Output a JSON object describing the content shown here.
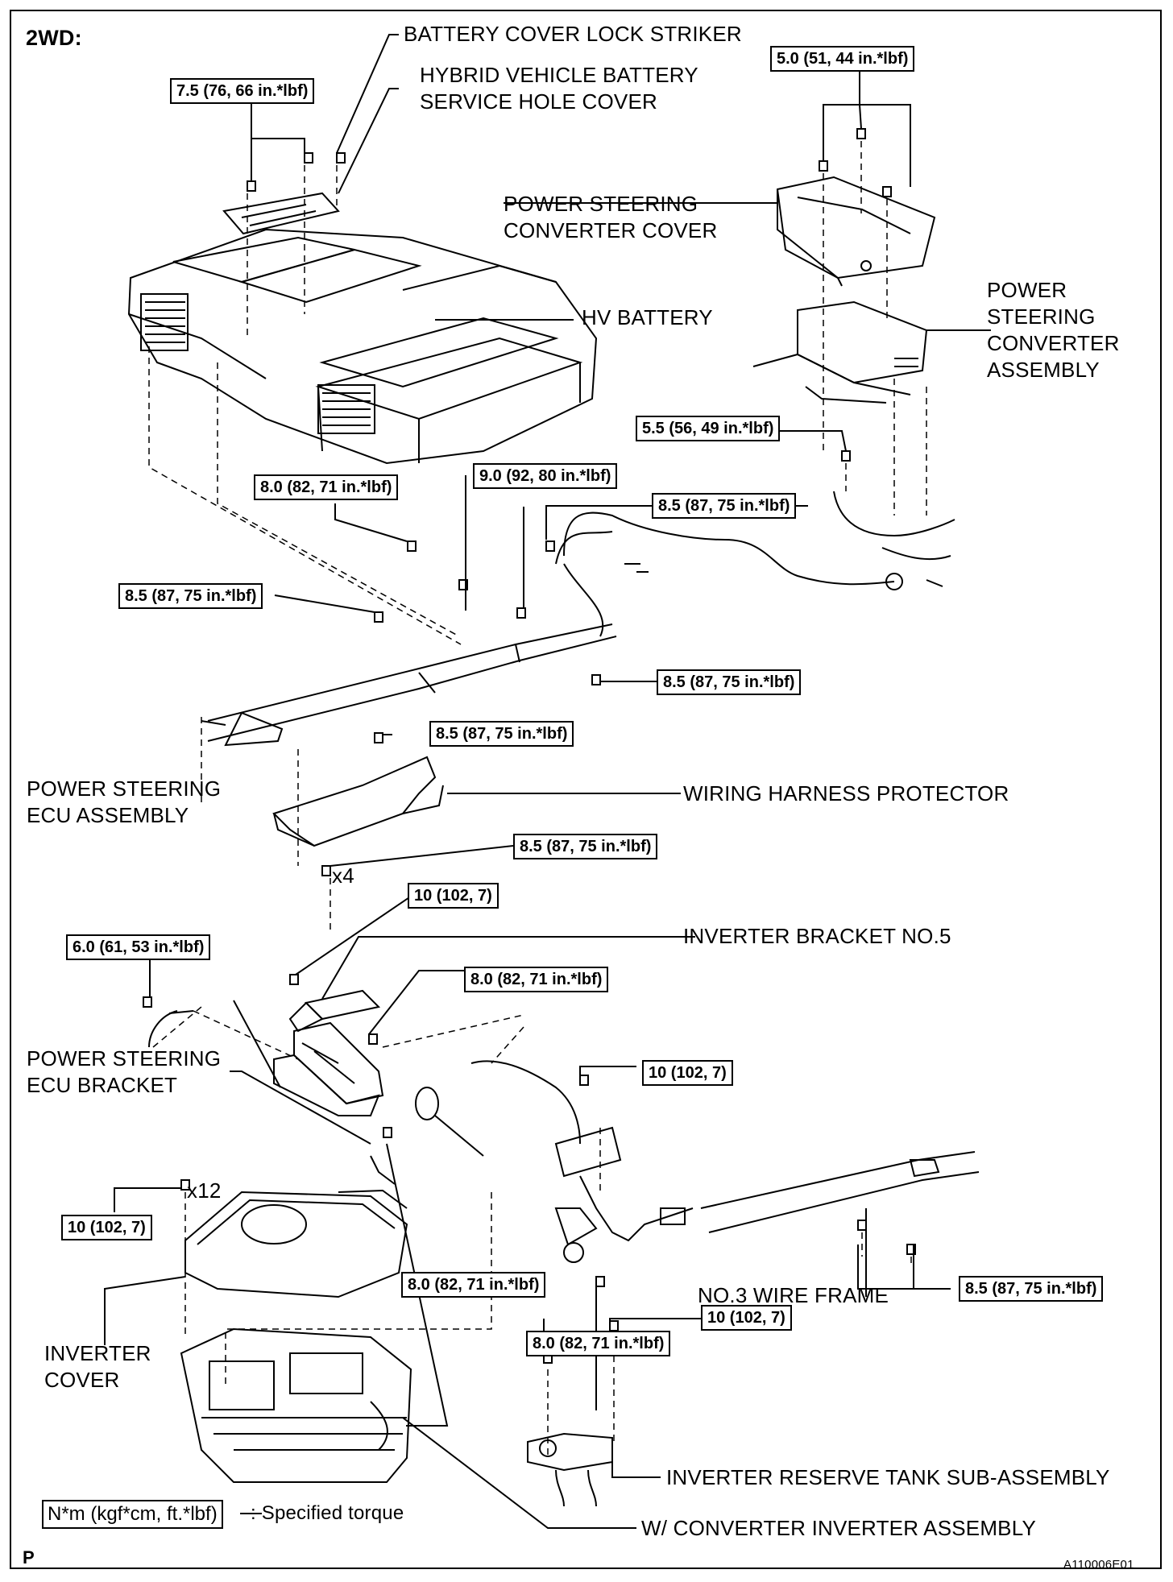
{
  "header": {
    "variant": "2WD:"
  },
  "labels": {
    "battery_cover_lock_striker": "BATTERY COVER LOCK STRIKER",
    "service_hole_cover_1": "HYBRID VEHICLE BATTERY",
    "service_hole_cover_2": "SERVICE HOLE COVER",
    "ps_converter_cover_1": "POWER STEERING",
    "ps_converter_cover_2": "CONVERTER COVER",
    "hv_battery": "HV BATTERY",
    "ps_converter_assy_1": "POWER",
    "ps_converter_assy_2": "STEERING",
    "ps_converter_assy_3": "CONVERTER",
    "ps_converter_assy_4": "ASSEMBLY",
    "ps_ecu_assy_1": "POWER STEERING",
    "ps_ecu_assy_2": "ECU ASSEMBLY",
    "wiring_harness_protector": "WIRING HARNESS PROTECTOR",
    "inverter_bracket_no5": "INVERTER BRACKET NO.5",
    "ps_ecu_bracket_1": "POWER STEERING",
    "ps_ecu_bracket_2": "ECU BRACKET",
    "inverter_cover_1": "INVERTER",
    "inverter_cover_2": "COVER",
    "no3_wire_frame": "NO.3 WIRE FRAME",
    "inverter_reserve_tank": "INVERTER RESERVE TANK SUB-ASSEMBLY",
    "converter_inverter_assy": "W/ CONVERTER INVERTER ASSEMBLY",
    "qty_x4": "x4",
    "qty_x12": "x12"
  },
  "torques": {
    "t_service_cover": "7.5 (76, 66 in.*lbf)",
    "t_converter_cover": "5.0 (51, 44 in.*lbf)",
    "t_converter_assy": "5.5 (56, 49 in.*lbf)",
    "t_harness_a": "8.0 (82, 71 in.*lbf)",
    "t_harness_b": "9.0 (92, 80 in.*lbf)",
    "t_harness_c": "8.5 (87, 75 in.*lbf)",
    "t_harness_d": "8.5 (87, 75 in.*lbf)",
    "t_harness_e": "8.5 (87, 75 in.*lbf)",
    "t_harness_f": "8.5 (87, 75 in.*lbf)",
    "t_protector": "8.5 (87, 75 in.*lbf)",
    "t_bracket_no5": "10 (102, 7)",
    "t_ecu_ground": "6.0 (61, 53 in.*lbf)",
    "t_ecu_bracket_a": "8.0 (82, 71 in.*lbf)",
    "t_wire_frame_a": "10 (102, 7)",
    "t_inverter_cover": "10 (102, 7)",
    "t_ecu_bracket_b": "8.0 (82, 71 in.*lbf)",
    "t_wire_frame_b": "8.0 (82, 71 in.*lbf)",
    "t_wire_frame_c": "8.5 (87, 75 in.*lbf)",
    "t_reserve_tank": "10 (102, 7)"
  },
  "legend": {
    "unit": "N*m (kgf*cm, ft.*lbf)",
    "description": ": Specified torque"
  },
  "footer": {
    "page_letter": "P",
    "figure_code": "A110006E01"
  }
}
